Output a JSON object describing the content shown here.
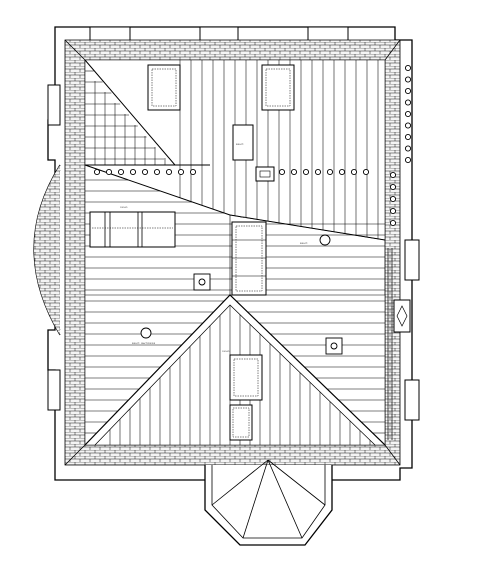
{
  "drawing": {
    "kind": "roof plan",
    "labels": {
      "chimney_upper": "вент.",
      "skylight_left": "окно",
      "hatch": "люк",
      "vent_right": "вент.",
      "vent_left": "вент. вытяжка",
      "skylight_lower": "окно"
    },
    "colors": {
      "line": "#000000",
      "paper": "#ffffff",
      "brick_fill": "#f4f4f4"
    },
    "icons": [
      "snow-guard-icon",
      "vent-pipe-icon",
      "chimney-icon",
      "skylight-icon"
    ]
  }
}
